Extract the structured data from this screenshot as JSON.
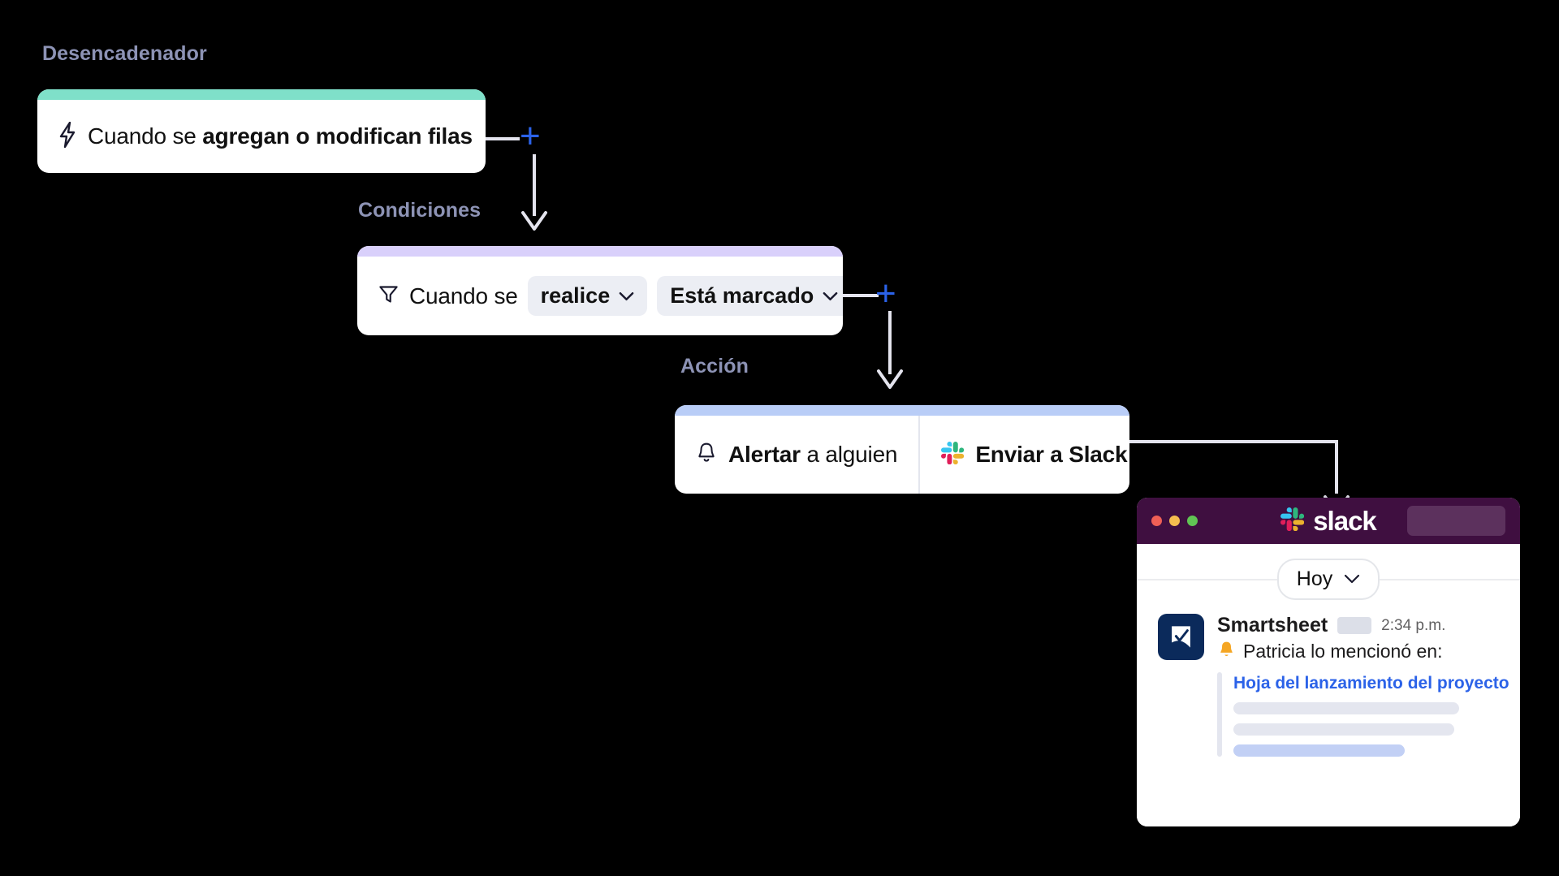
{
  "sections": {
    "trigger_label": "Desencadenador",
    "conditions_label": "Condiciones",
    "action_label": "Acción"
  },
  "trigger_card": {
    "icon": "lightning-bolt-icon",
    "text_prefix": "Cuando se ",
    "text_bold": "agregan o modifican filas",
    "accent_color": "#7fe0c9"
  },
  "conditions_card": {
    "icon": "filter-icon",
    "text_prefix": "Cuando se",
    "dropdown_1": "realice",
    "dropdown_2": "Está marcado",
    "accent_color": "#d9d0fb"
  },
  "action_card": {
    "accent_color": "#b9cdf7",
    "alert": {
      "icon": "bell-icon",
      "text_bold": "Alertar",
      "text_rest": " a alguien"
    },
    "slack": {
      "icon": "slack-icon",
      "label": "Enviar a Slack"
    }
  },
  "add_buttons": {
    "add_condition_label": "+",
    "add_action_label": "+"
  },
  "slack_window": {
    "titlebar": {
      "traffic_lights": [
        "close-dot",
        "minimize-dot",
        "maximize-dot"
      ],
      "brand": "slack",
      "search_placeholder": ""
    },
    "divider_pill": "Hoy",
    "message": {
      "app_icon": "smartsheet-icon",
      "author": "Smartsheet",
      "badge": "",
      "time": "2:34 p.m.",
      "bell_icon": "bell-emoji",
      "body": "Patricia lo mencionó en:",
      "attachment": {
        "link": "Hoja del lanzamiento del proyecto",
        "skeleton_lines": [
          {
            "width": "82%",
            "color": "#e4e6ef"
          },
          {
            "width": "80%",
            "color": "#e4e6ef"
          },
          {
            "width": "62%",
            "color": "#c2d0f5"
          }
        ]
      }
    }
  },
  "colors": {
    "background": "#000000",
    "label": "#8d93b5",
    "plus": "#2b62e8",
    "connector": "#e4e4ee",
    "link": "#2b62e8",
    "slack_purple": "#3f0f40"
  }
}
